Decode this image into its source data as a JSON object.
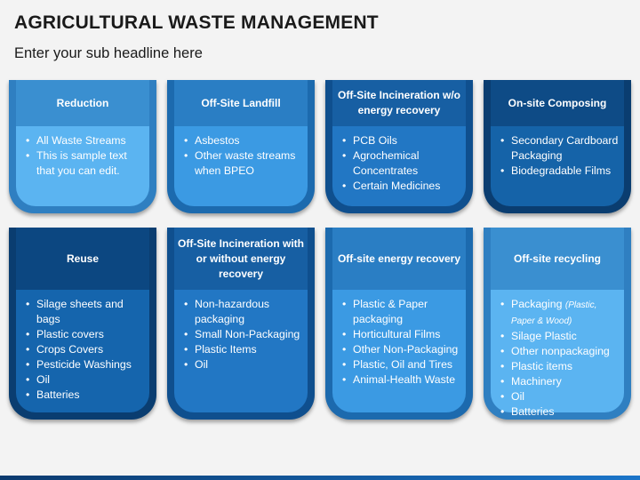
{
  "header": {
    "title": "AGRICULTURAL WASTE MANAGEMENT",
    "subtitle": "Enter your sub headline here"
  },
  "colors": {
    "c1_outer": "#2f7fc1",
    "c1_head": "#3a8fd0",
    "c1_body": "#5bb4f1",
    "c2_outer": "#1c6aae",
    "c2_head": "#2a7ec4",
    "c2_body": "#3b9ae3",
    "c3_outer": "#0f4f8e",
    "c3_head": "#175fa3",
    "c3_body": "#2277c4",
    "c4_outer": "#0a3d70",
    "c4_head": "#0e4b86",
    "c4_body": "#1563a8",
    "r2_1_outer": "#0a3d70",
    "r2_1_head": "#0c4781",
    "r2_1_body": "#1565ad",
    "r2_2_outer": "#0f4f8e",
    "r2_2_head": "#175fa3",
    "r2_2_body": "#2277c4",
    "r2_3_outer": "#1c6aae",
    "r2_3_head": "#2a7ec4",
    "r2_3_body": "#3b9ae3",
    "r2_4_outer": "#2f7fc1",
    "r2_4_head": "#3a8fd0",
    "r2_4_body": "#5bb4f1"
  },
  "cards": [
    {
      "title": "Reduction",
      "items": [
        "All Waste Streams",
        "This is sample text that you can edit."
      ]
    },
    {
      "title": "Off-Site Landfill",
      "items": [
        "Asbestos",
        "Other waste streams when BPEO"
      ]
    },
    {
      "title": "Off-Site Incineration w/o energy recovery",
      "items": [
        "PCB Oils",
        "Agrochemical Concentrates",
        "Certain Medicines"
      ]
    },
    {
      "title": "On-site Composing",
      "items": [
        "Secondary Cardboard Packaging",
        "Biodegradable Films"
      ]
    },
    {
      "title": "Reuse",
      "items": [
        "Silage sheets and bags",
        "Plastic covers",
        "Crops Covers",
        "Pesticide Washings",
        "Oil",
        "Batteries"
      ]
    },
    {
      "title": "Off-Site Incineration with or without energy recovery",
      "items": [
        "Non-hazardous packaging",
        "Small Non-Packaging",
        "Plastic Items",
        "Oil"
      ]
    },
    {
      "title": "Off-site energy recovery",
      "items": [
        "Plastic & Paper packaging",
        "Horticultural Films",
        "Other Non-Packaging",
        "Plastic, Oil and Tires",
        "Animal-Health Waste"
      ]
    },
    {
      "title": "Off-site recycling",
      "items": [
        "Packaging",
        "Silage Plastic",
        "Other nonpackaging",
        "Plastic items",
        "Machinery",
        "Oil",
        "Batteries"
      ],
      "first_item_note": "(Plastic, Paper & Wood)"
    }
  ]
}
